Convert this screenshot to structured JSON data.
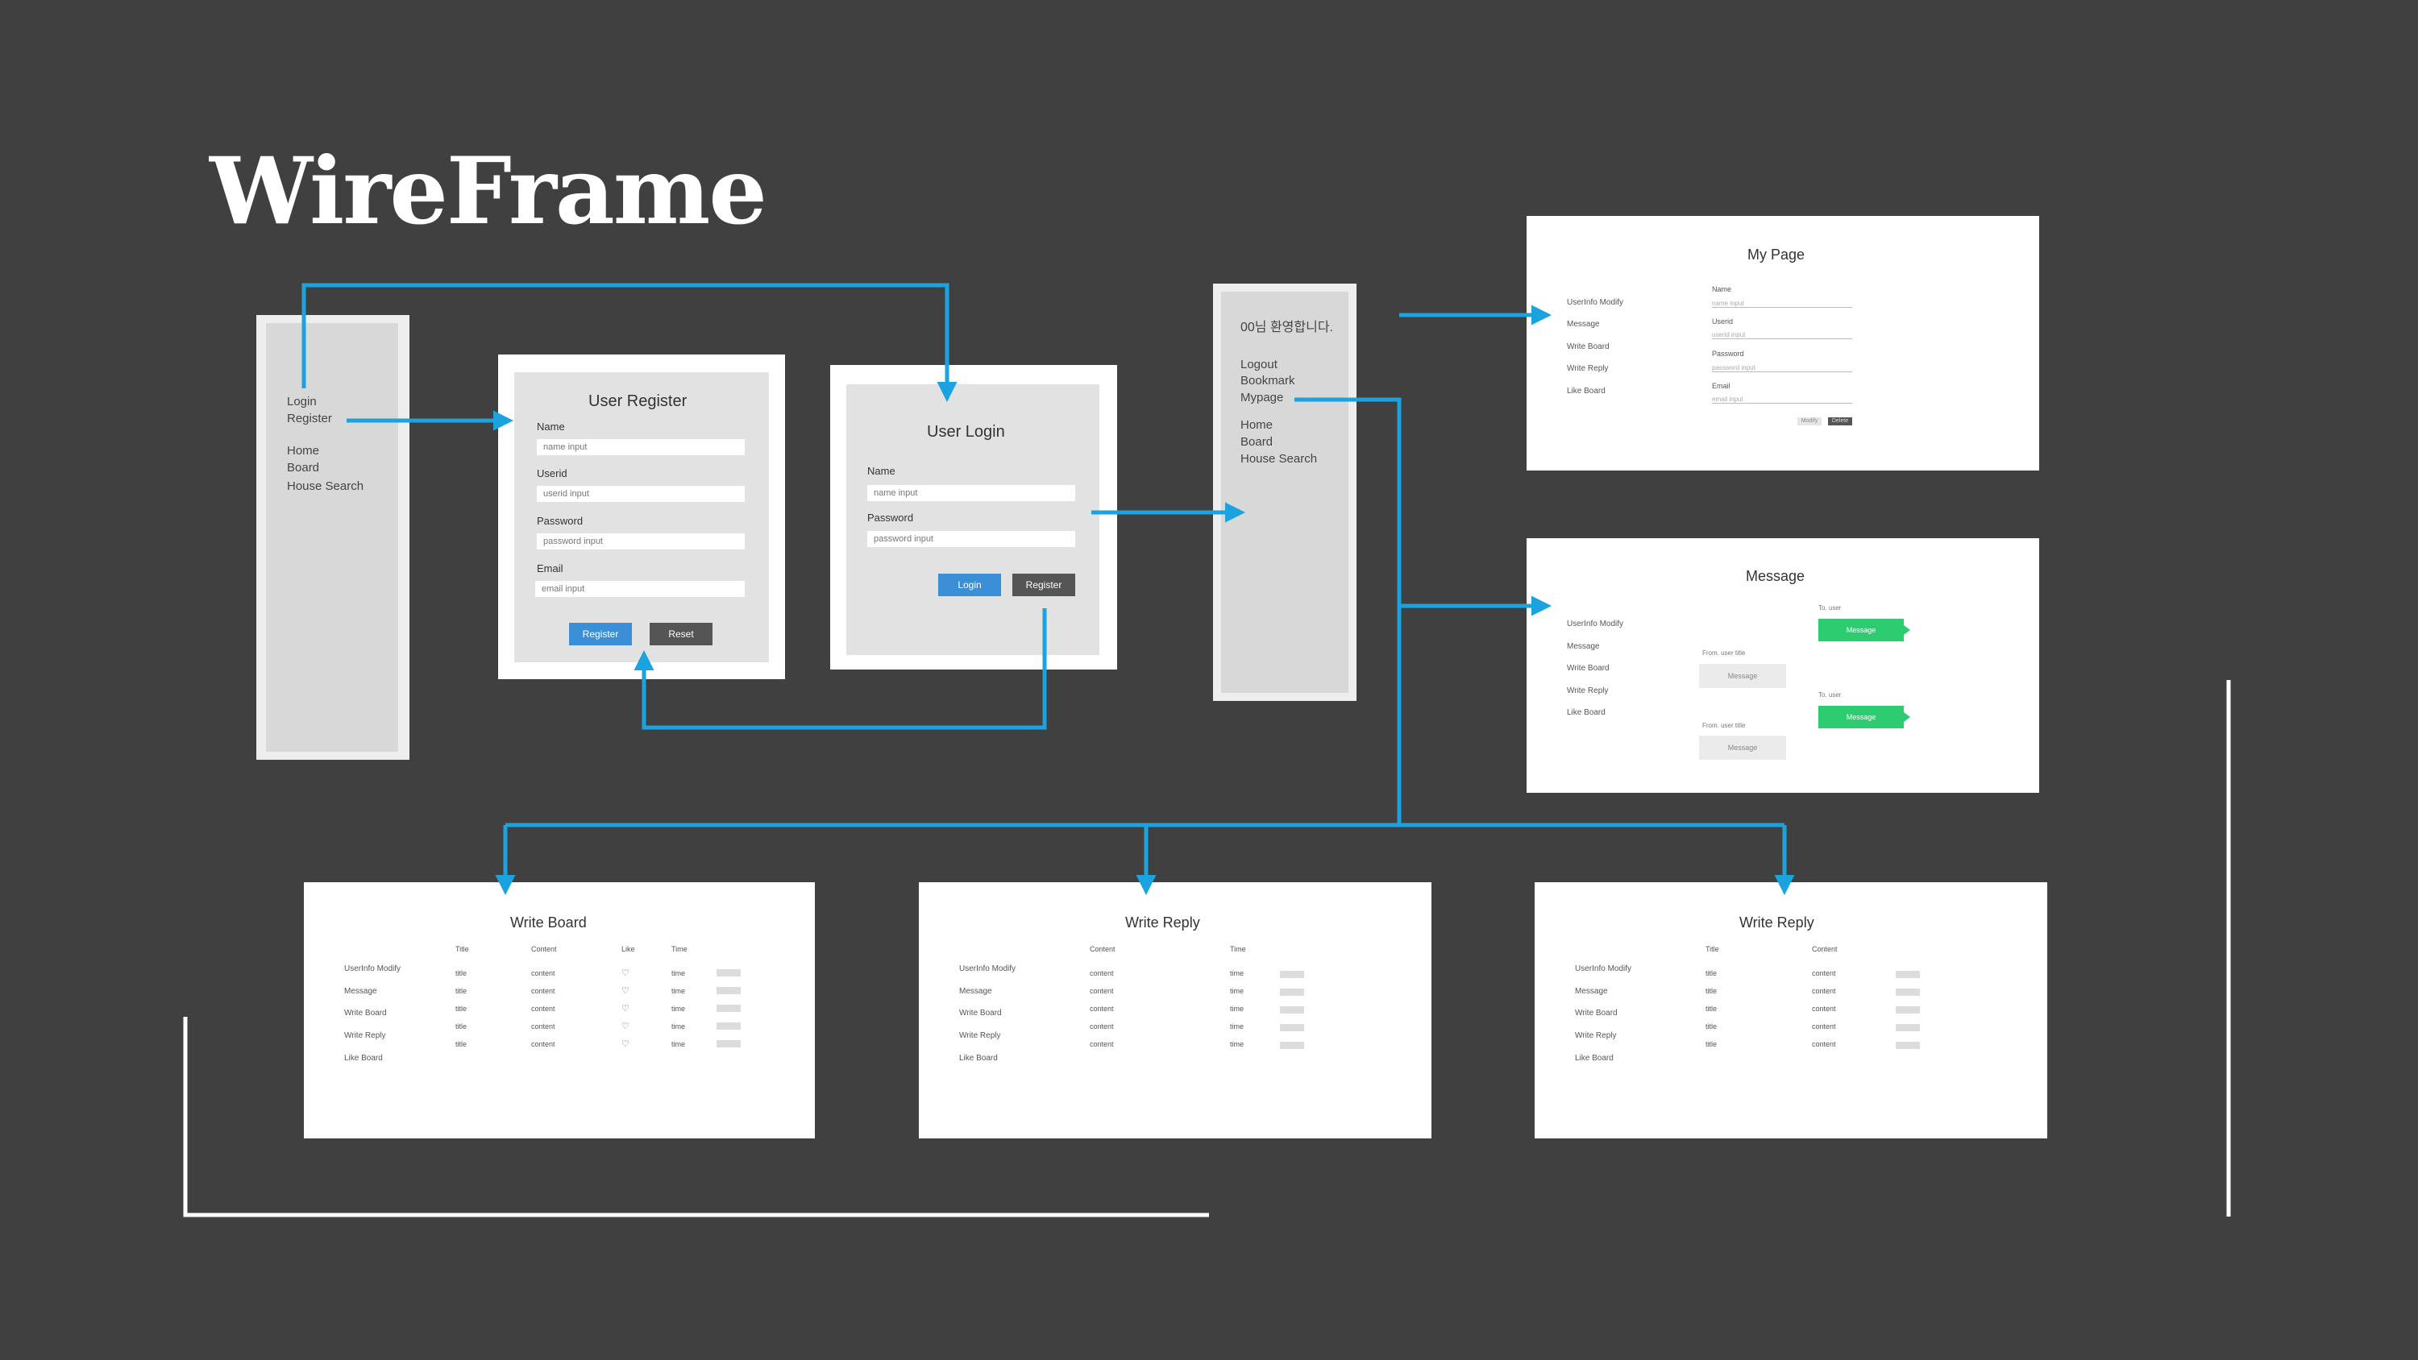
{
  "page_title": "WireFrame",
  "nav_sidebar": {
    "items": [
      "Login",
      "Register",
      "Home",
      "Board",
      "House Search"
    ]
  },
  "user_register": {
    "title": "User Register",
    "fields": [
      {
        "label": "Name",
        "placeholder": "name input"
      },
      {
        "label": "Userid",
        "placeholder": "userid input"
      },
      {
        "label": "Password",
        "placeholder": "password input"
      },
      {
        "label": "Email",
        "placeholder": "email input"
      }
    ],
    "register_button": "Register",
    "reset_button": "Reset"
  },
  "user_login": {
    "title": "User Login",
    "fields": [
      {
        "label": "Name",
        "placeholder": "name input"
      },
      {
        "label": "Password",
        "placeholder": "password input"
      }
    ],
    "login_button": "Login",
    "register_button": "Register"
  },
  "logged_sidebar": {
    "welcome": "00님 환영합니다.",
    "items_top": [
      "Logout",
      "Bookmark",
      "Mypage"
    ],
    "items_bottom": [
      "Home",
      "Board",
      "House Search"
    ]
  },
  "mypage_menu": [
    "UserInfo Modify",
    "Message",
    "Write Board",
    "Write Reply",
    "Like Board"
  ],
  "my_page": {
    "title": "My Page",
    "fields": [
      {
        "label": "Name",
        "value": "name input"
      },
      {
        "label": "Userid",
        "value": "userid input"
      },
      {
        "label": "Password",
        "value": "password input"
      },
      {
        "label": "Email",
        "value": "email input"
      }
    ],
    "buttons": [
      "Modify",
      "Delete"
    ]
  },
  "message_page": {
    "title": "Message",
    "to_label": "To. user",
    "from_label": "From. user title",
    "bubble_text": "Message"
  },
  "write_board": {
    "title": "Write Board",
    "headers": [
      "Title",
      "Content",
      "Like",
      "Time"
    ],
    "rows": [
      [
        "title",
        "content",
        "♡",
        "time"
      ],
      [
        "title",
        "content",
        "♡",
        "time"
      ],
      [
        "title",
        "content",
        "♡",
        "time"
      ],
      [
        "title",
        "content",
        "♡",
        "time"
      ],
      [
        "title",
        "content",
        "♡",
        "time"
      ]
    ]
  },
  "write_reply_1": {
    "title": "Write Reply",
    "headers": [
      "Content",
      "Time"
    ],
    "rows": [
      [
        "content",
        "time"
      ],
      [
        "content",
        "time"
      ],
      [
        "content",
        "time"
      ],
      [
        "content",
        "time"
      ],
      [
        "content",
        "time"
      ]
    ]
  },
  "write_reply_2": {
    "title": "Write Reply",
    "headers": [
      "Title",
      "Content"
    ],
    "rows": [
      [
        "title",
        "content"
      ],
      [
        "title",
        "content"
      ],
      [
        "title",
        "content"
      ],
      [
        "title",
        "content"
      ],
      [
        "title",
        "content"
      ]
    ]
  },
  "colors": {
    "background": "#404040",
    "arrow": "#1ba3e0",
    "accent_blue": "#3b8fd6",
    "accent_green": "#2ecc71"
  }
}
